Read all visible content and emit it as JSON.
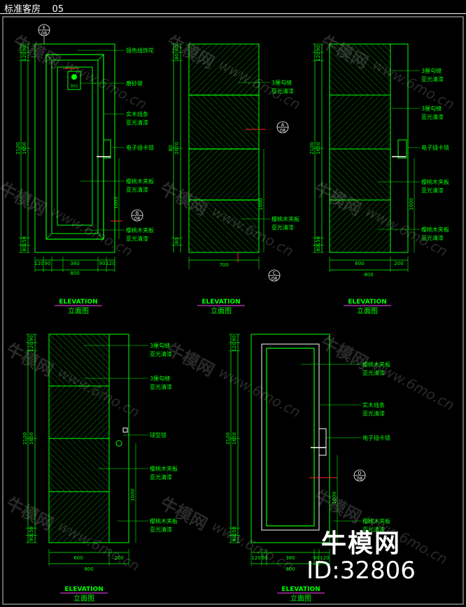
{
  "title": "标准客房    05",
  "colors": {
    "outline": "#00ff00",
    "dim": "#00ff00",
    "text": "#00ff00",
    "hatch": "#00cc00",
    "red": "#ff2020",
    "magenta": "#ff40ff",
    "white": "#ffffff",
    "yellow": "#e6e600"
  },
  "caption": {
    "en": "ELEVATION",
    "cn": "立面图"
  },
  "panels": [
    {
      "id": "p1",
      "left_dims": [
        "90",
        "120",
        "1650",
        "2100",
        "150",
        "80"
      ],
      "bottom_dims": [
        "120",
        "90",
        "380",
        "90",
        "120"
      ],
      "total_width": "800",
      "room_no": "301",
      "section_tags": [
        {
          "letter": "E",
          "sheet": "08"
        },
        {
          "letter": "B",
          "sheet": "08"
        }
      ],
      "notes": [
        "镜色线饰花",
        "磨砂玻",
        "实木线条",
        "亚光清漆",
        "电子插卡锁",
        "樱桃木夹板",
        "亚光清漆",
        "樱桃木夹板",
        "亚光清漆"
      ],
      "height_dim": "1000"
    },
    {
      "id": "p2",
      "left_dims": [
        "80",
        "80",
        "2070",
        "80",
        "80"
      ],
      "bottom_dims": [
        "700"
      ],
      "section_tags": [
        {
          "letter": "A",
          "sheet": "08"
        },
        {
          "letter": "C",
          "sheet": "08"
        }
      ],
      "notes": [
        "3厘勾缝",
        "亚光清漆",
        "樱桃木夹板",
        "亚光清漆"
      ],
      "height_dim": "1000"
    },
    {
      "id": "p3",
      "left_dims": [
        "90",
        "120",
        "1650",
        "2100",
        "150",
        "80"
      ],
      "bottom_dims": [
        "600",
        "200"
      ],
      "total_width": "800",
      "notes": [
        "3厘勾缝",
        "亚光清漆",
        "3厘勾缝",
        "亚光清漆",
        "电子插卡锁",
        "樱桃木夹板",
        "亚光清漆",
        "樱桃木夹板",
        "亚光清漆"
      ],
      "height_dim": "1000"
    },
    {
      "id": "p4",
      "left_dims": [
        "90",
        "120",
        "1650",
        "2100",
        "150",
        "90"
      ],
      "bottom_dims": [
        "600",
        "200"
      ],
      "total_width": "800",
      "notes": [
        "3厘勾缝",
        "亚光清漆",
        "3厘勾缝",
        "亚光清漆",
        "球型锁",
        "樱桃木夹板",
        "亚光清漆",
        "樱桃木夹板",
        "亚光清漆"
      ],
      "height_dim": "1000"
    },
    {
      "id": "p5",
      "left_dims": [
        "90",
        "120",
        "1650",
        "2100",
        "150",
        "80"
      ],
      "bottom_dims": [
        "120",
        "90",
        "380",
        "90",
        "120"
      ],
      "total_width": "800",
      "section_tags": [
        {
          "letter": "D",
          "sheet": "08"
        }
      ],
      "notes": [
        "樱桃木夹板",
        "亚光清漆",
        "实木线条",
        "亚光清漆",
        "电子插卡锁",
        "樱桃木夹板",
        "亚光清漆"
      ],
      "height_dim": "1000"
    }
  ],
  "watermark": {
    "cn": "牛模网",
    "url": "www.6mo.cn"
  },
  "brand": {
    "cn": "牛模网",
    "id": "ID:32806"
  }
}
